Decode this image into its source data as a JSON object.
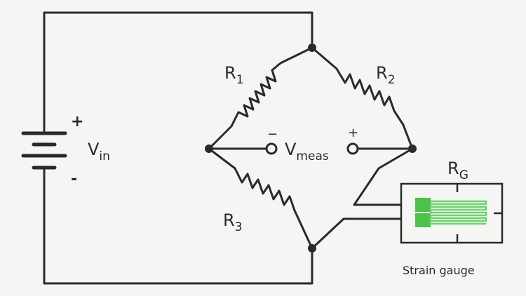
{
  "source": {
    "label_main": "V",
    "label_sub": "in",
    "plus": "+",
    "minus": "-"
  },
  "bridge": {
    "r1": {
      "main": "R",
      "sub": "1"
    },
    "r2": {
      "main": "R",
      "sub": "2"
    },
    "r3": {
      "main": "R",
      "sub": "3"
    }
  },
  "meter": {
    "label_main": "V",
    "label_sub": "meas",
    "minus": "−",
    "plus": "+"
  },
  "gauge": {
    "label_main": "R",
    "label_sub": "G",
    "caption": "Strain gauge",
    "pad_color": "#4cc24c",
    "grid_color": "#6fd06f"
  },
  "colors": {
    "wire": "#2a2a2a",
    "background": "#f5f5f3"
  }
}
